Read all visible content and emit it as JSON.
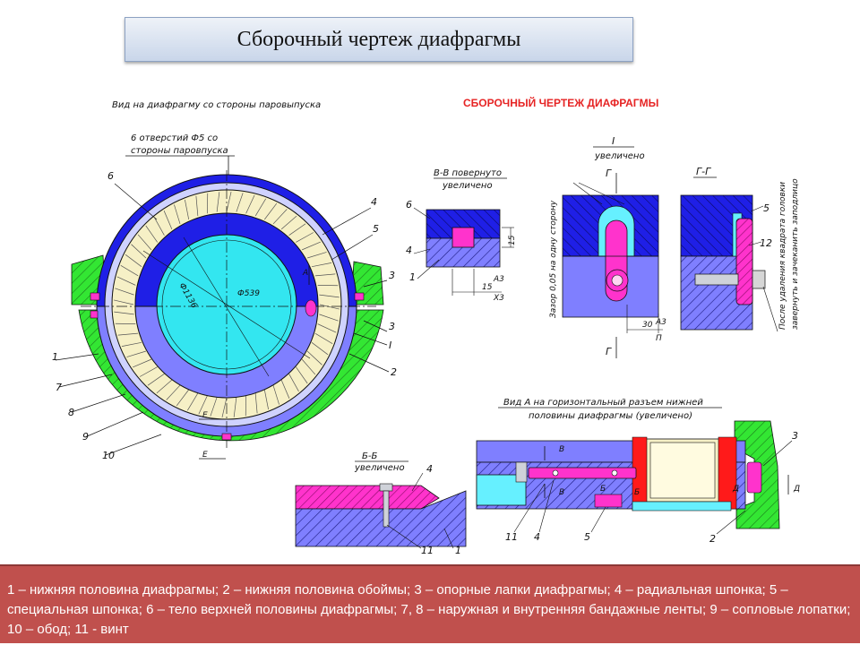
{
  "title": "Сборочный чертеж диафрагмы",
  "drawing_heading": "СБОРОЧНЫЙ ЧЕРТЕЖ ДИАФРАГМЫ",
  "main_view": {
    "caption": "Вид на диафрагму со стороны паровыпуска",
    "holes_note_line1": "6 отверстий Ф5 со",
    "holes_note_line2": "стороны паровпуска",
    "dim_outer": "Ф1136",
    "dim_inner": "Ф539",
    "mark_a": "А",
    "mark_e_top": "Е",
    "mark_e_bottom": "Е",
    "labels": {
      "l1": "1",
      "l2": "2",
      "l3a": "3",
      "l3b": "3",
      "l4": "4",
      "l5": "5",
      "l6": "6",
      "l7": "7",
      "l8": "8",
      "l9": "9",
      "l10": "10",
      "lI": "I"
    }
  },
  "section_bb": {
    "title_line1": "В-В повернуто",
    "title_line2": "увеличено",
    "label_6": "6",
    "label_4": "4",
    "label_1": "1",
    "dim_15v": "15",
    "dim_15h": "15",
    "fit_top": "А3",
    "fit_bottom": "Х3"
  },
  "detail_i": {
    "title_line1": "I",
    "title_line2": "увеличено",
    "mark_g_top": "Г",
    "mark_g_bottom": "Г",
    "side_note": "Зазор 0,05 на одну сторону",
    "dim_30": "30",
    "fit_top": "А3",
    "fit_bottom": "П"
  },
  "section_gg": {
    "title": "Г-Г",
    "label_5": "5",
    "label_12": "12",
    "note_line1": "После удаления квадрата головки",
    "note_line2": "завернуть и зачеканить заподлицо"
  },
  "section_b6": {
    "title_line1": "Б-Б",
    "title_line2": "увеличено",
    "label_4": "4",
    "label_11": "11",
    "label_1": "1"
  },
  "view_a": {
    "title_line1": "Вид А на горизонтальный разъем нижней",
    "title_line2": "половины диафрагмы (увеличено)",
    "mark_v_top": "В",
    "mark_v_bottom": "В",
    "mark_b1": "Б",
    "mark_b2": "Б",
    "mark_d1": "Д",
    "mark_d2": "Д",
    "label_3": "3",
    "label_11": "11",
    "label_4": "4",
    "label_5": "5",
    "label_2": "2"
  },
  "legend": "1 – нижняя половина диафрагмы; 2 – нижняя половина обоймы; 3 – опорные лапки диафрагмы; 4 – радиальная шпонка; 5 – специальная шпонка; 6 – тело верхней половины диафрагмы; 7, 8 – наружная и внутренняя бандажные ленты; 9 – сопловые лопатки; 10 – обод; 11 - винт",
  "colors": {
    "upper_body": "#1f1fe6",
    "lower_body": "#7f7fff",
    "housing": "#33e633",
    "rim": "#cfd2ff",
    "blades": "#f6f0c6",
    "core": "#33e6f0",
    "key": "#ff33cc",
    "support": "#ff1a1a",
    "legend_bg": "#c0504d"
  }
}
